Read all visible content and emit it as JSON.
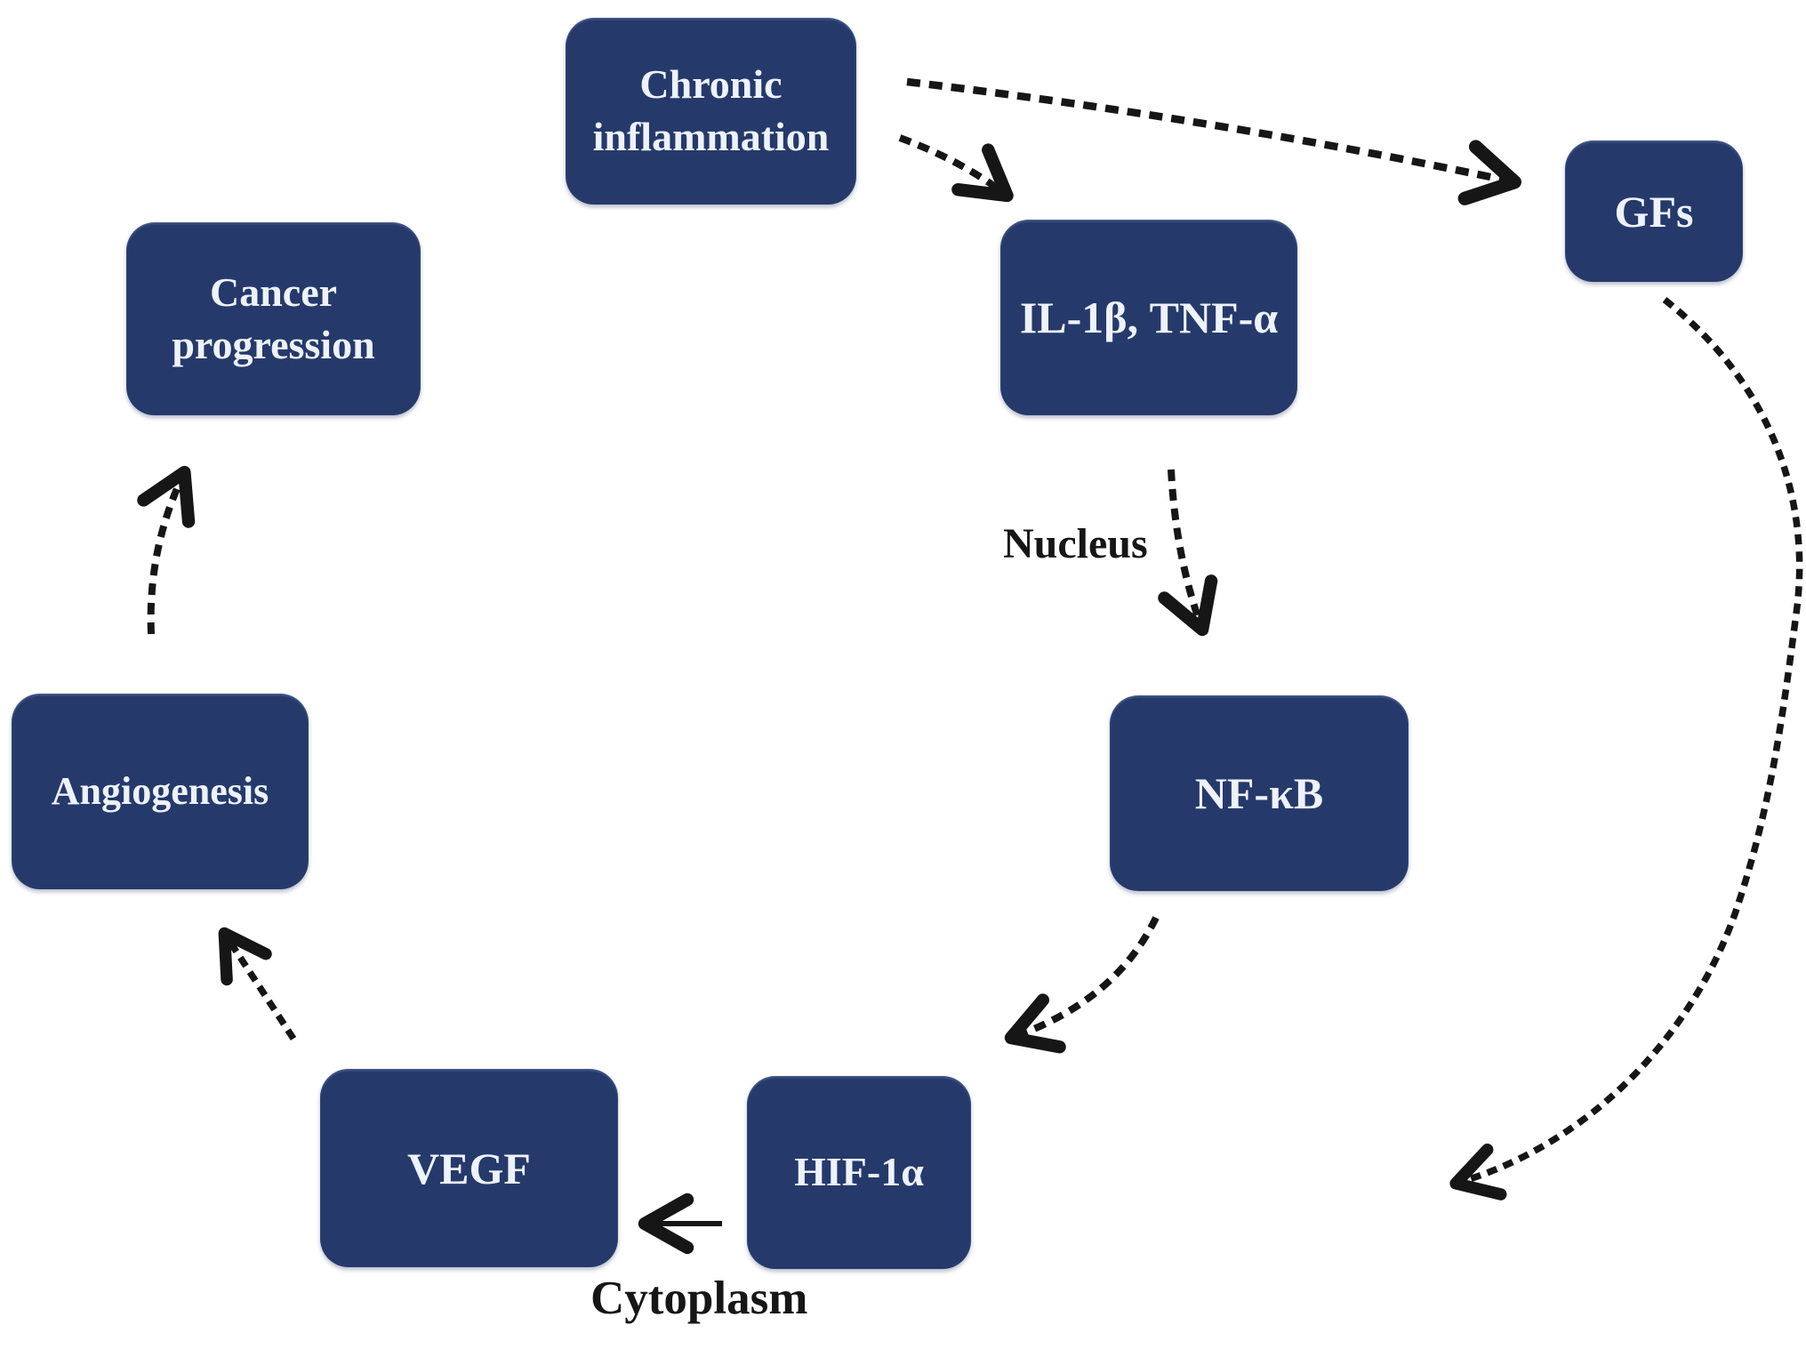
{
  "figure": {
    "description": "Chronic inflammation signalling cycle diagram",
    "colors": {
      "background": "#ffffff",
      "node_fill": "#253a6b",
      "node_text": "#eef2fa",
      "arrow": "#161616"
    },
    "nodes": [
      {
        "id": "chronic-inflammation",
        "label": "Chronic inflammation"
      },
      {
        "id": "il1b-tnfa",
        "label": "IL-1β, TNF-α"
      },
      {
        "id": "gfs",
        "label": "GFs"
      },
      {
        "id": "nfkb",
        "label": "NF-κB"
      },
      {
        "id": "hif1a",
        "label": "HIF-1α"
      },
      {
        "id": "vegf",
        "label": "VEGF"
      },
      {
        "id": "angiogenesis",
        "label": "Angiogenesis"
      },
      {
        "id": "cancer-progression",
        "label": "Cancer progression"
      }
    ],
    "annotations": [
      {
        "id": "nucleus",
        "text": "Nucleus"
      },
      {
        "id": "cytoplasm",
        "text": "Cytoplasm"
      }
    ],
    "edges": [
      {
        "from": "chronic-inflammation",
        "to": "il1b-tnfa",
        "style": "dashed"
      },
      {
        "from": "chronic-inflammation",
        "to": "gfs",
        "style": "dashed"
      },
      {
        "from": "il1b-tnfa",
        "to": "nfkb",
        "style": "dashed",
        "label": "Nucleus"
      },
      {
        "from": "nfkb",
        "to": "hif1a",
        "style": "dashed"
      },
      {
        "from": "hif1a",
        "to": "vegf",
        "style": "solid",
        "label": "Cytoplasm"
      },
      {
        "from": "vegf",
        "to": "angiogenesis",
        "style": "dashed"
      },
      {
        "from": "angiogenesis",
        "to": "cancer-progression",
        "style": "dashed"
      },
      {
        "from": "gfs",
        "to": "hif1a",
        "style": "dashed"
      }
    ]
  }
}
